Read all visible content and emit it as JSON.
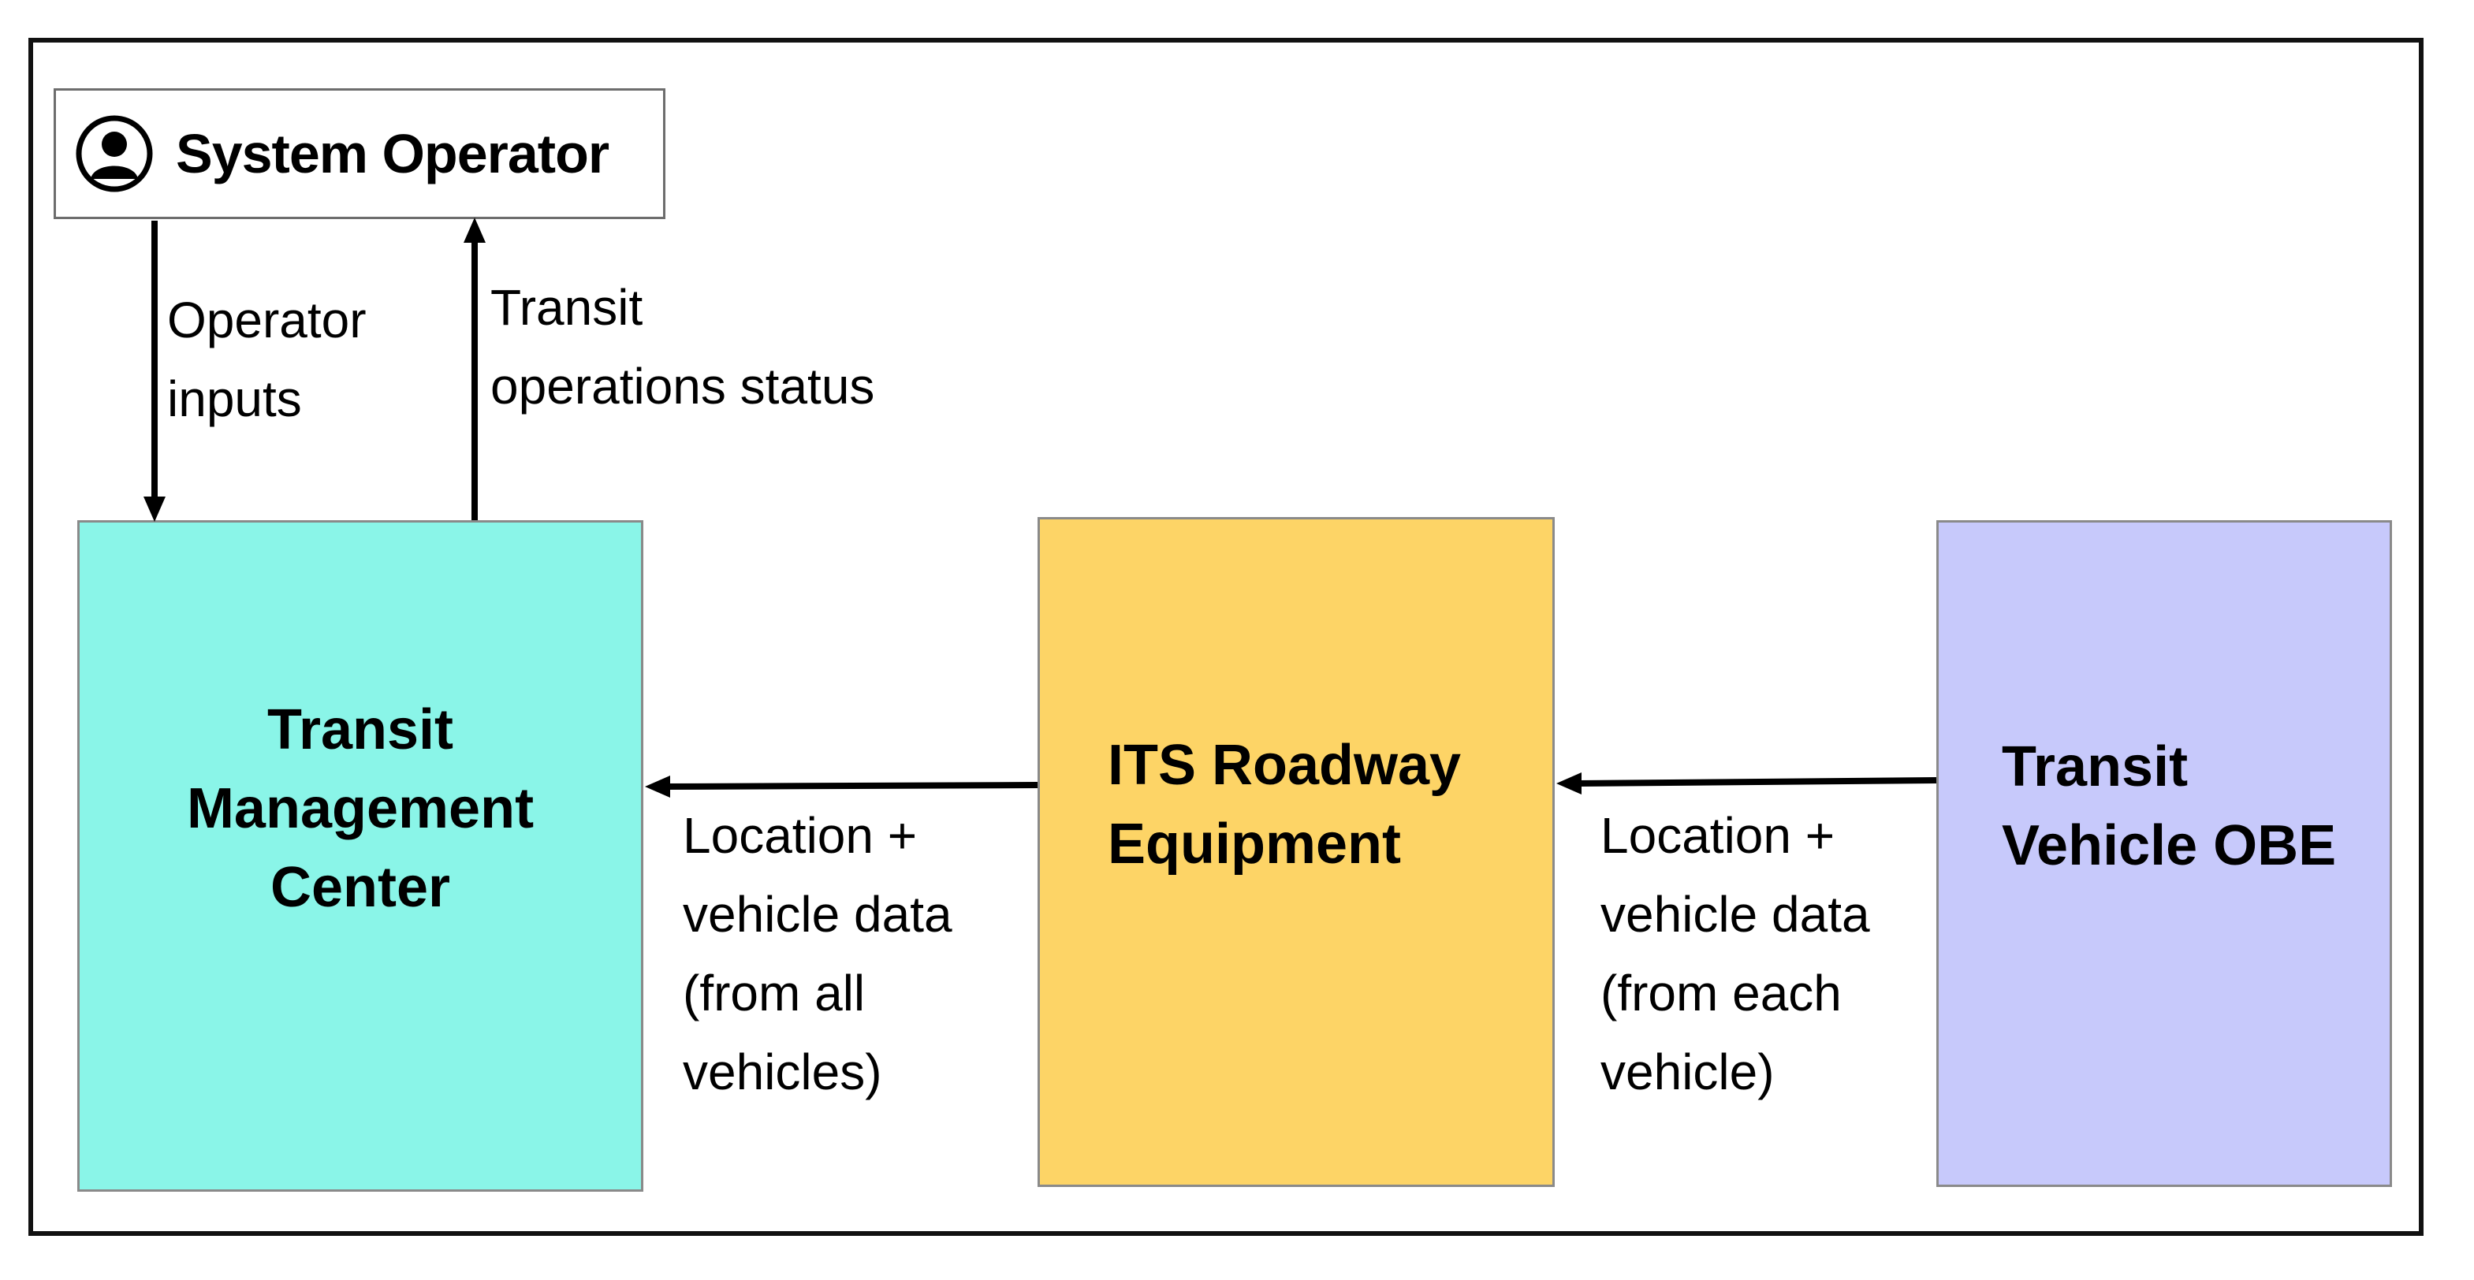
{
  "operator": {
    "label": "System Operator",
    "icon": "user-icon"
  },
  "blocks": {
    "tmc": {
      "label": "Transit\nManagement\nCenter",
      "color": "#8af5e8"
    },
    "its": {
      "label": "ITS Roadway\nEquipment",
      "color": "#fdd466"
    },
    "obe": {
      "label": "Transit\nVehicle OBE",
      "color": "#c7c9fb"
    }
  },
  "flows": {
    "operator_inputs": "Operator\ninputs",
    "ops_status": "Transit\noperations status",
    "location_all": "Location +\nvehicle data\n(from all\nvehicles)",
    "location_each": "Location +\nvehicle data\n(from each\nvehicle)"
  }
}
